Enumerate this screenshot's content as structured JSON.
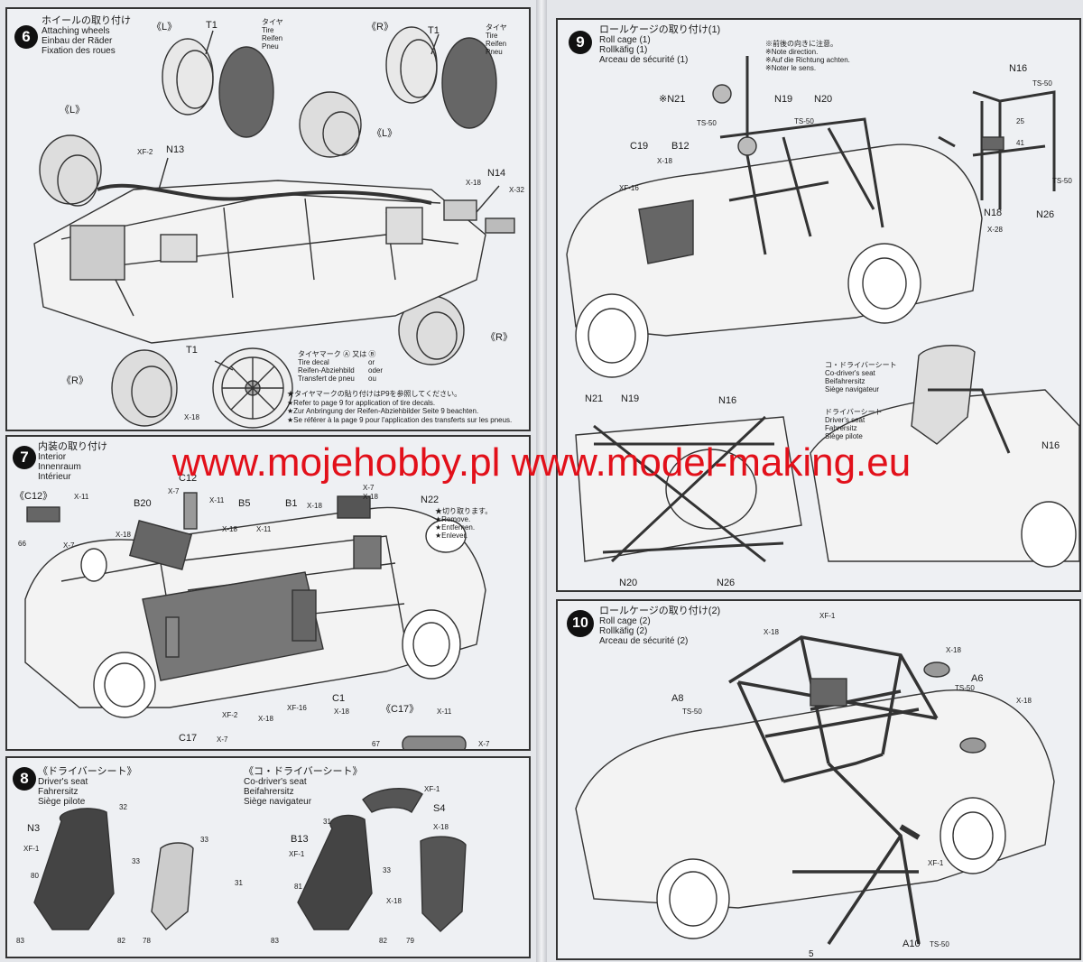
{
  "watermark": "www.mojehobby.pl www.model-making.eu",
  "page_number": "5",
  "steps": {
    "s6": {
      "number": "6",
      "title_jp": "ホイールの取り付け",
      "title_en": "Attaching wheels",
      "title_de": "Einbau der Räder",
      "title_fr": "Fixation des roues",
      "labels": {
        "L1": "《L》",
        "R1": "《R》",
        "T1a": "T1",
        "T1b": "T1",
        "tire1": [
          "タイヤ",
          "Tire",
          "Reifen",
          "Pneu"
        ],
        "tire2": [
          "タイヤ",
          "Tire",
          "Reifen",
          "Pneu"
        ],
        "L2": "《L》",
        "L3": "《L》",
        "R2": "《R》",
        "R3": "《R》",
        "N13": "N13",
        "XF2": "XF-2",
        "N14": "N14",
        "X18a": "X-18",
        "X32": "X-32",
        "T1c": "T1",
        "X18b": "X-18"
      },
      "decal_note": [
        "タイヤマーク Ⓐ 又は Ⓑ",
        "Tire decal",
        "Reifen-Abziehbild",
        "Transfert de pneu"
      ],
      "decal_or": [
        "or",
        "oder",
        "ou"
      ],
      "notes": [
        "★タイヤマークの貼り付けはP9を参照してください。",
        "★Refer to page 9 for application of tire decals.",
        "★Zur Anbringung der Reifen-Abziehbilder Seite 9 beachten.",
        "★Se référer à la page 9 pour l'application des transferts sur les pneus."
      ]
    },
    "s7": {
      "number": "7",
      "title_jp": "内装の取り付け",
      "title_en": "Interior",
      "title_de": "Innenraum",
      "title_fr": "Intérieur",
      "labels": {
        "C12b": "《C12》",
        "X11a": "X-11",
        "X7a": "X-7",
        "n66": "66",
        "B20": "B20",
        "X18a": "X-18",
        "C12": "C12",
        "X7b": "X-7",
        "X11b": "X-11",
        "B5": "B5",
        "X18b": "X-18",
        "X11c": "X-11",
        "B1": "B1",
        "X18c": "X-18",
        "X7c": "X-7",
        "X18d": "X-18",
        "N22": "N22",
        "C17": "C17",
        "X7d": "X-7",
        "XF2": "XF-2",
        "X18e": "X-18",
        "XF16": "XF-16",
        "C1": "C1",
        "X18f": "X-18",
        "C17b": "《C17》",
        "X11d": "X-11",
        "X7e": "X-7",
        "n67": "67"
      },
      "cut_note": [
        "★切り取ります。",
        "★Remove.",
        "★Entfernen.",
        "★Enlever."
      ]
    },
    "s8": {
      "number": "8",
      "driver_title": [
        "《ドライバーシート》",
        "Driver's seat",
        "Fahrersitz",
        "Siège pilote"
      ],
      "codriver_title": [
        "《コ・ドライバーシート》",
        "Co-driver's seat",
        "Beifahrersitz",
        "Siège navigateur"
      ],
      "labels": {
        "N3": "N3",
        "XF1a": "XF-1",
        "n32": "32",
        "n33a": "33",
        "n80": "80",
        "n82a": "82",
        "n83a": "83",
        "n33b": "33",
        "n31a": "31",
        "n78": "78",
        "XF1b": "XF-1",
        "S4": "S4",
        "X18a": "X-18",
        "n31b": "31",
        "B13": "B13",
        "XF1c": "XF-1",
        "n33c": "33",
        "n81": "81",
        "n82b": "82",
        "n83b": "83",
        "X18b": "X-18",
        "n79": "79"
      }
    },
    "s9": {
      "number": "9",
      "title_jp": "ロールケージの取り付け(1)",
      "title_en": "Roll cage (1)",
      "title_de": "Rollkäfig (1)",
      "title_fr": "Arceau de sécurité (1)",
      "direction_note": [
        "※前後の向きに注意。",
        "※Note direction.",
        "※Auf die Richtung achten.",
        "※Noter le sens."
      ],
      "labels": {
        "N21": "※N21",
        "TS50a": "TS-50",
        "N19": "N19",
        "N20": "N20",
        "TS50b": "TS-50",
        "C19": "C19",
        "B12": "B12",
        "X18a": "X-18",
        "XF16": "XF-16",
        "N16": "N16",
        "TS50c": "TS-50",
        "n25": "25",
        "n41": "41",
        "TS50d": "TS-50",
        "N18": "N18",
        "X28": "X-28",
        "N26": "N26",
        "N21b": "N21",
        "N19b": "N19",
        "N16b": "N16",
        "N20b": "N20",
        "N26b": "N26",
        "N16c": "N16"
      },
      "codriver_seat": [
        "コ・ドライバーシート",
        "Co-driver's seat",
        "Beifahrersitz",
        "Siège navigateur"
      ],
      "driver_seat": [
        "ドライバーシート",
        "Driver's seat",
        "Fahrersitz",
        "Siège pilote"
      ]
    },
    "s10": {
      "number": "10",
      "title_jp": "ロールケージの取り付け(2)",
      "title_en": "Roll cage (2)",
      "title_de": "Rollkäfig (2)",
      "title_fr": "Arceau de sécurité (2)",
      "labels": {
        "X18a": "X-18",
        "XF1a": "XF-1",
        "X18b": "X-18",
        "A6": "A6",
        "TS50a": "TS-50",
        "A8": "A8",
        "TS50b": "TS-50",
        "X18c": "X-18",
        "XF1b": "XF-1",
        "A10": "A10",
        "TS50c": "TS-50"
      }
    }
  }
}
